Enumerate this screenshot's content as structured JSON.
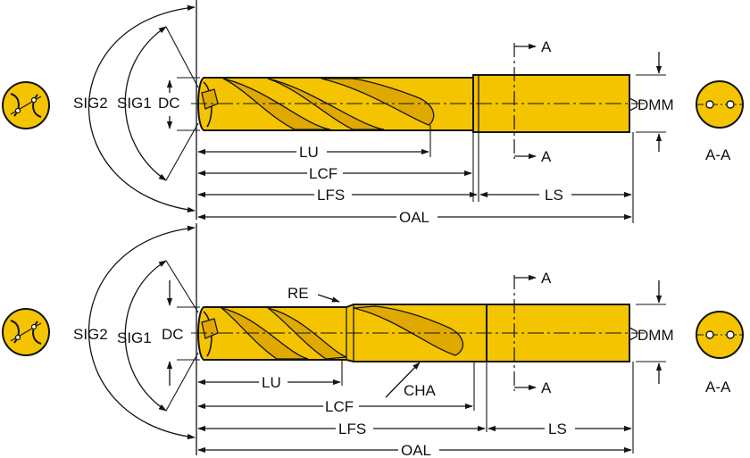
{
  "colors": {
    "body": "#f5c400",
    "shade": "#e0a900",
    "outline": "#141414",
    "background": "#ffffff"
  },
  "drill_1": {
    "labels": {
      "sig2": "SIG2",
      "sig1": "SIG1",
      "dc": "DC",
      "lu": "LU",
      "lcf": "LCF",
      "lfs": "LFS",
      "ls": "LS",
      "oal": "OAL",
      "dmm": "DMM",
      "section_mark_top": "A",
      "section_mark_bottom": "A",
      "section_view": "A-A"
    }
  },
  "drill_2": {
    "labels": {
      "sig2": "SIG2",
      "sig1": "SIG1",
      "dc": "DC",
      "re": "RE",
      "cha": "CHA",
      "lu": "LU",
      "lcf": "LCF",
      "lfs": "LFS",
      "ls": "LS",
      "oal": "OAL",
      "dmm": "DMM",
      "section_mark_top": "A",
      "section_mark_bottom": "A",
      "section_view": "A-A"
    }
  }
}
